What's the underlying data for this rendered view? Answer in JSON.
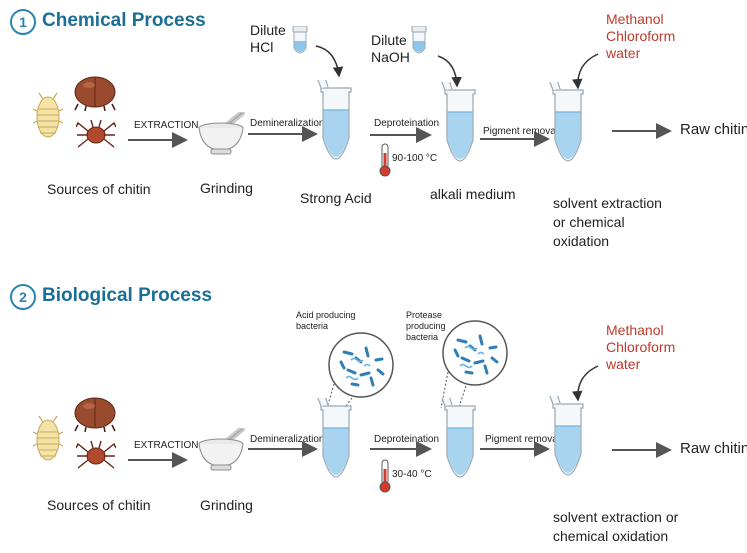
{
  "sections": [
    {
      "number": "1",
      "title": "Chemical Process",
      "extraction": "EXTRACTION",
      "demineralization": "Demineralization",
      "deproteination": "Deproteination",
      "temperature": "90-100 °C",
      "pigment_removal": "Pigment removal",
      "sources": "Sources of chitin",
      "grinding": "Grinding",
      "acid_label": "Strong Acid",
      "alkali_label": "alkali medium",
      "solvent_label": [
        "solvent extraction",
        "or chemical",
        "oxidation"
      ],
      "reagent_1": [
        "Dilute",
        "HCl"
      ],
      "reagent_2": [
        "Dilute",
        "NaOH"
      ],
      "solvents": [
        "Methanol",
        "Chloroform",
        "water"
      ],
      "product": "Raw chitin"
    },
    {
      "number": "2",
      "title": "Biological Process",
      "extraction": "EXTRACTION",
      "demineralization": "Demineralization",
      "deproteination": "Deproteination",
      "temperature": "30-40 °C",
      "pigment_removal": "Pigment removal",
      "sources": "Sources of chitin",
      "grinding": "Grinding",
      "bacteria_1": [
        "Acid producing",
        "bacteria"
      ],
      "bacteria_2": [
        "Protease",
        "producing",
        "bacteria"
      ],
      "solvent_label": [
        "solvent extraction or",
        "chemical oxidation"
      ],
      "solvents": [
        "Methanol",
        "Chloroform",
        "water"
      ],
      "product": "Raw chitin"
    }
  ],
  "colors": {
    "title": "#1b6e95",
    "solvents": "#c0392b",
    "liquid": "#a9d4ef",
    "arrow": "#555555"
  },
  "icons": [
    "insect-larva-icon",
    "beetle-icon",
    "mite-icon",
    "mortar-pestle-icon",
    "test-tube-icon",
    "thermometer-icon",
    "dropper-vial-icon",
    "magnifier-bacteria-icon"
  ]
}
